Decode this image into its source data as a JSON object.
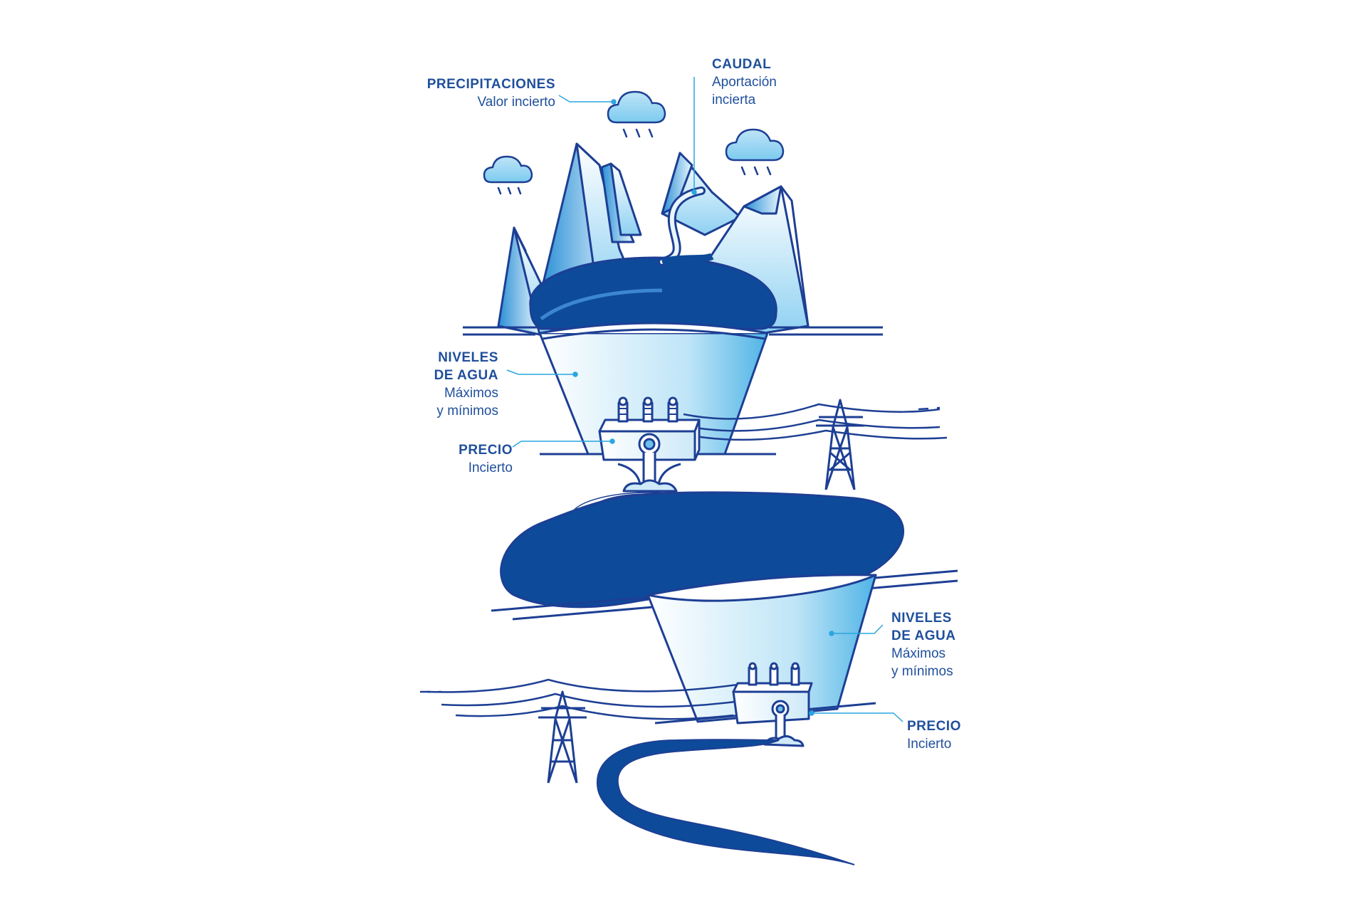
{
  "colors": {
    "navy": "#0d4a9a",
    "line": "#1d3f94",
    "text": "#1f4f9c",
    "light": "#cfe9f8",
    "mid": "#6cc0ea",
    "leader": "#2aa6e0"
  },
  "labels": {
    "precipitaciones": {
      "title": "PRECIPITACIONES",
      "sub1": "Valor incierto"
    },
    "caudal": {
      "title": "CAUDAL",
      "sub1": "Aportación",
      "sub2": "incierta"
    },
    "niveles_1": {
      "title1": "NIVELES",
      "title2": "DE AGUA",
      "sub1": "Máximos",
      "sub2": "y mínimos"
    },
    "precio_1": {
      "title": "PRECIO",
      "sub1": "Incierto"
    },
    "niveles_2": {
      "title1": "NIVELES",
      "title2": "DE AGUA",
      "sub1": "Máximos",
      "sub2": "y mínimos"
    },
    "precio_2": {
      "title": "PRECIO",
      "sub1": "Incierto"
    }
  },
  "icons": [
    "cloud-rain-icon",
    "mountain-icon",
    "reservoir-icon",
    "power-station-icon",
    "transmission-tower-icon",
    "river-icon"
  ]
}
